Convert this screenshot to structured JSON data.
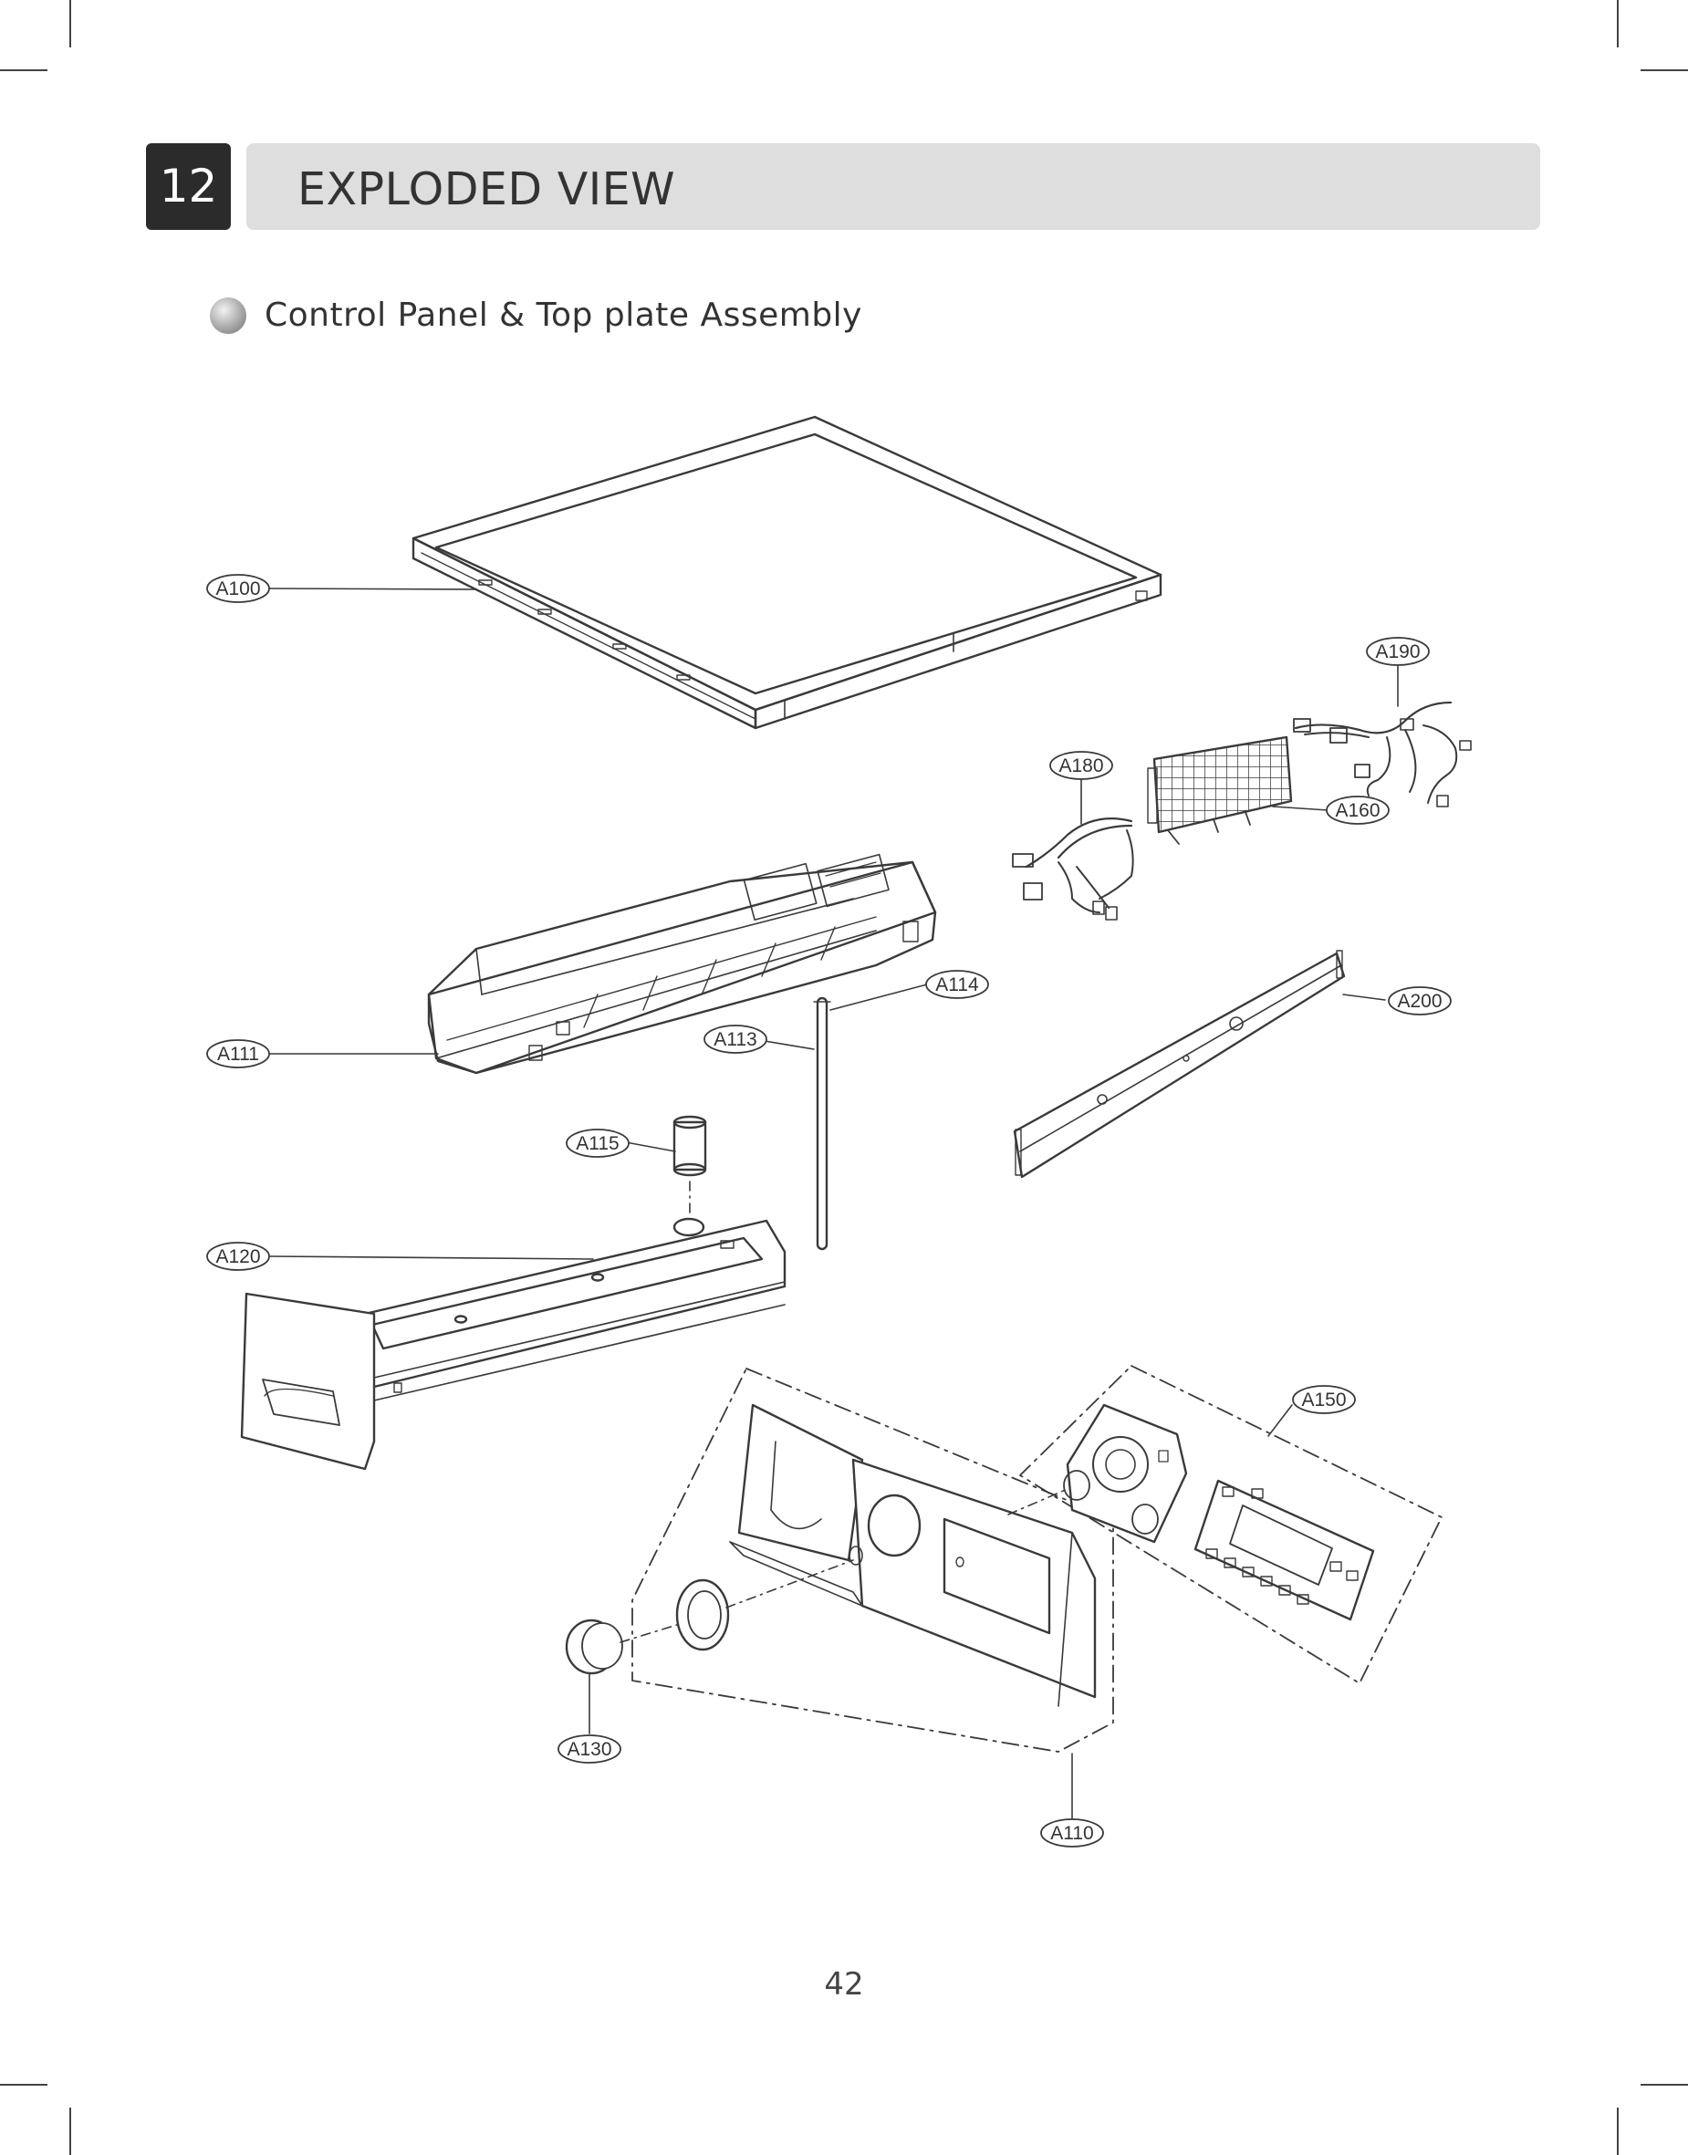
{
  "header": {
    "chapter_number": "12",
    "chapter_title": "EXPLODED VIEW"
  },
  "section": {
    "title": "Control Panel & Top plate Assembly"
  },
  "diagram": {
    "part_labels": [
      "A100",
      "A111",
      "A113",
      "A114",
      "A115",
      "A120",
      "A130",
      "A110",
      "A150",
      "A160",
      "A180",
      "A190",
      "A200"
    ]
  },
  "footer": {
    "page_number": "42"
  },
  "colors": {
    "line": "#3a3a3a",
    "header_bar": "#dedede",
    "badge": "#2b2b2b"
  }
}
